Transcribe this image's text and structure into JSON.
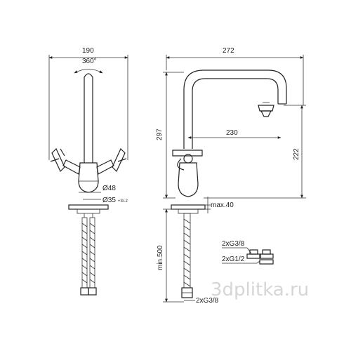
{
  "drawing": {
    "front_view": {
      "width_label": "190",
      "rotation_label": "360°",
      "diameter_body_label": "Ø48",
      "diameter_hole_label": "Ø35",
      "diameter_hole_tolerance": "+3/-2"
    },
    "side_view": {
      "width_label": "272",
      "height_total_label": "297",
      "reach_label": "230",
      "spout_height_label": "222",
      "max_thickness_label": "max.40",
      "hose_length_label": "min.500",
      "hose_thread_label": "2xG3/8"
    },
    "connectors": {
      "label_top": "2xG3/8",
      "label_bottom": "2xG1/2"
    },
    "watermark": "3dplitka.ru"
  }
}
